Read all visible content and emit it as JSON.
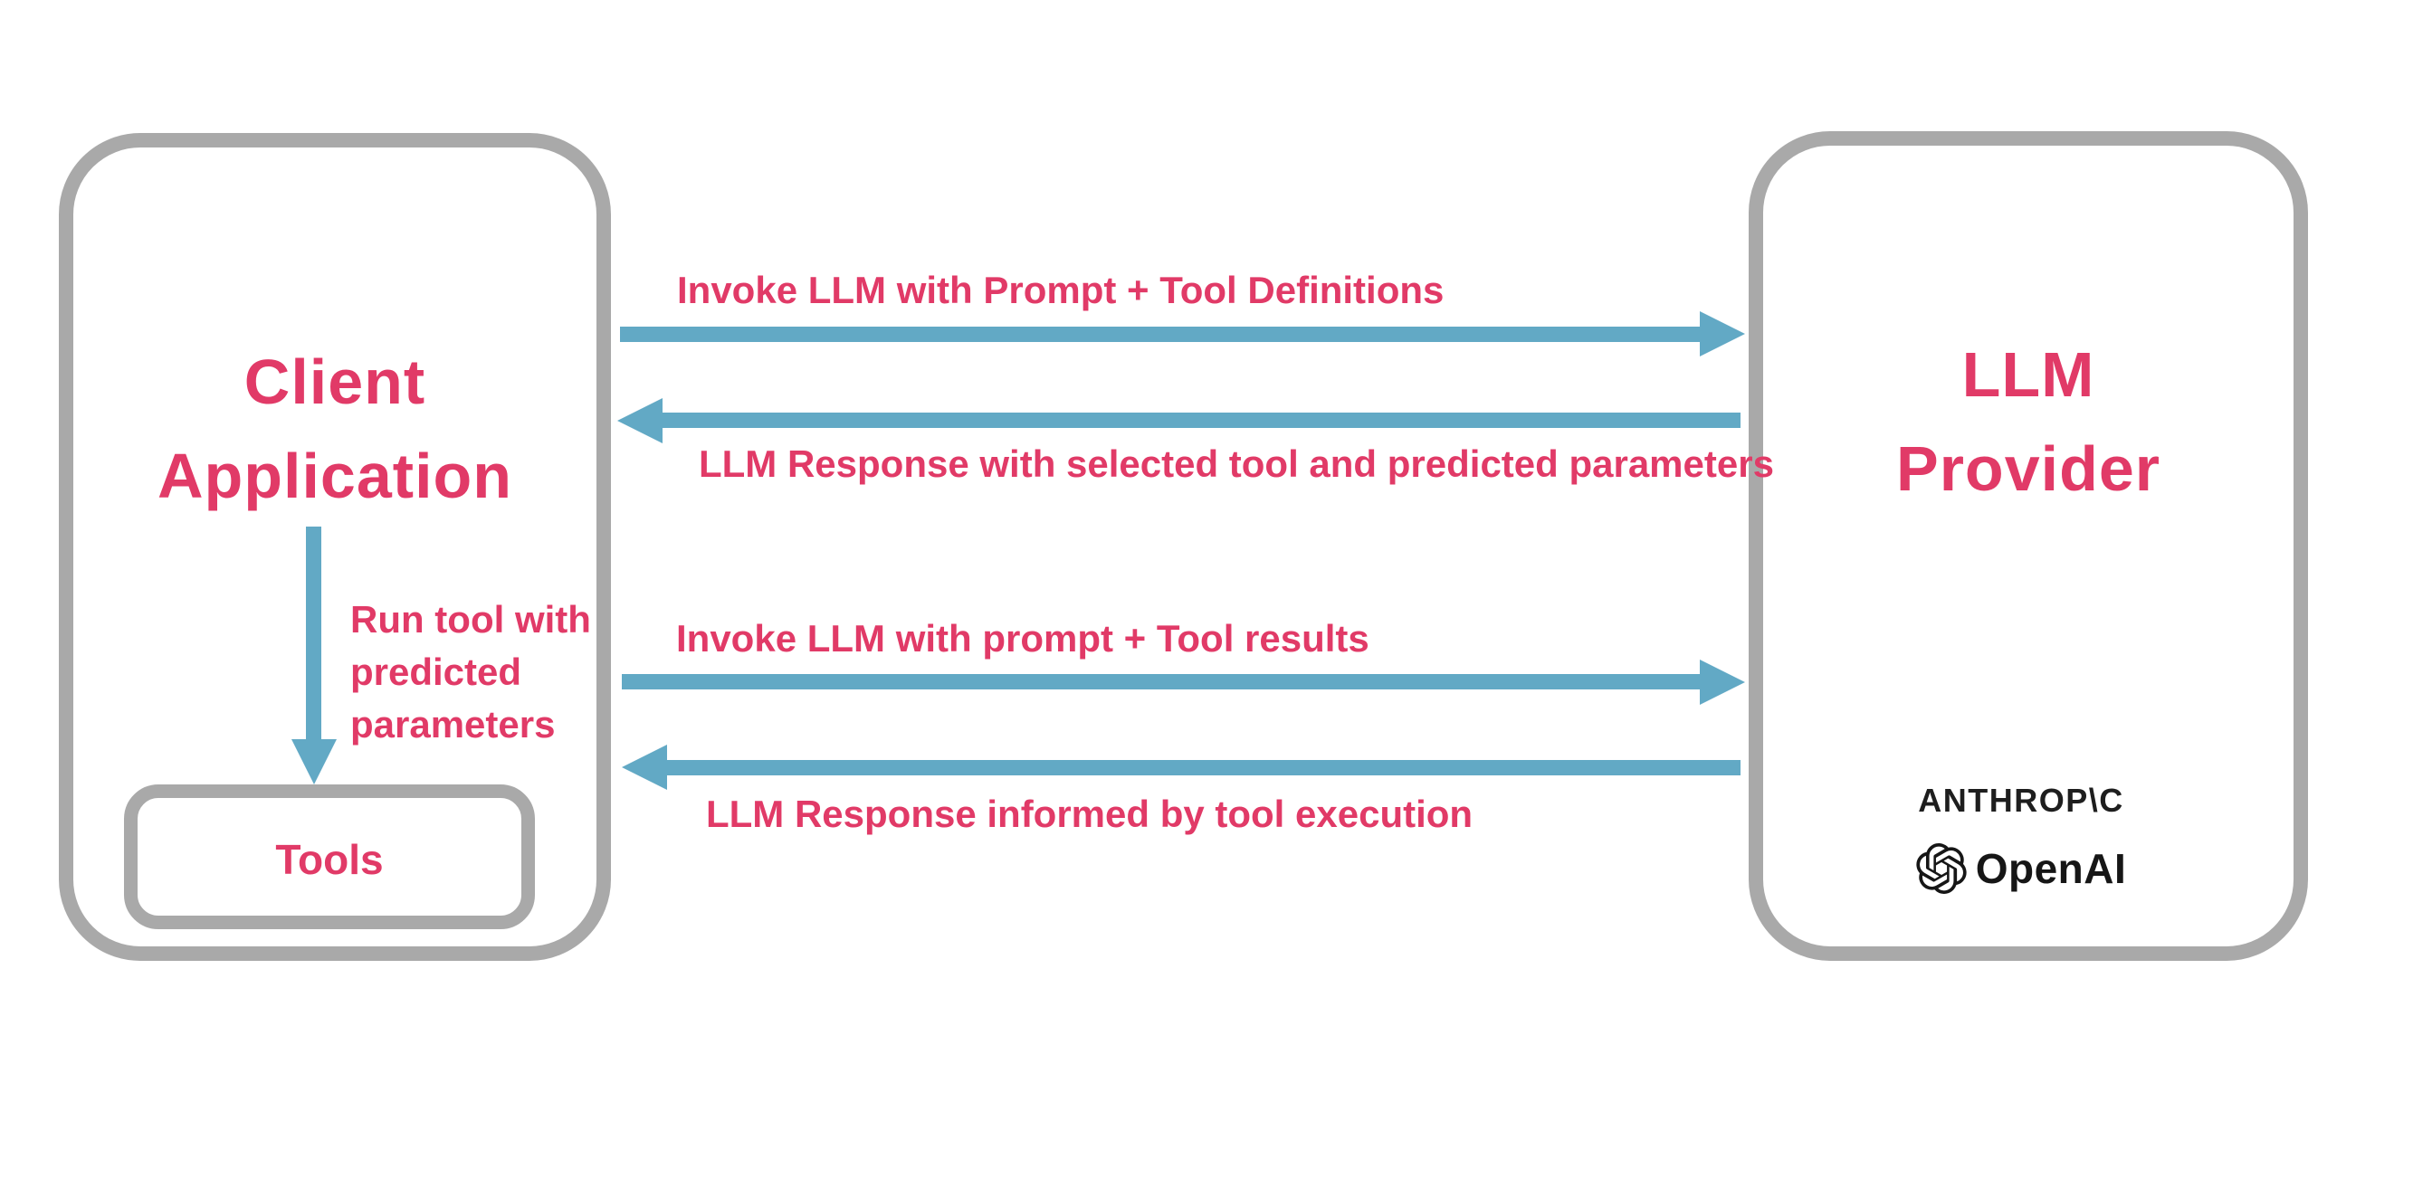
{
  "diagram_title": "LLM tool calling flow",
  "colors": {
    "accent_pink": "#e13a67",
    "arrow_blue": "#62a9c5",
    "box_border_gray": "#a9a9a9",
    "logo_dark": "#1e1e1e",
    "background": "#ffffff"
  },
  "client_box": {
    "title_line1": "Client",
    "title_line2": "Application"
  },
  "tools_box": {
    "label": "Tools"
  },
  "llm_box": {
    "title_line1": "LLM",
    "title_line2": "Provider"
  },
  "arrows": [
    {
      "direction": "right",
      "label": "Invoke LLM with Prompt + Tool Definitions"
    },
    {
      "direction": "left",
      "label": "LLM Response with selected tool and predicted parameters"
    },
    {
      "direction": "right",
      "label": "Invoke LLM with prompt + Tool results"
    },
    {
      "direction": "left",
      "label": "LLM Response informed by tool execution"
    }
  ],
  "run_tool_arrow": {
    "label_line1": "Run tool with",
    "label_line2": "predicted",
    "label_line3": "parameters"
  },
  "logos": {
    "anthropic_wordmark": "ANTHROP\\C",
    "openai_wordmark": "OpenAI",
    "openai_icon": "openai-flower-icon"
  }
}
